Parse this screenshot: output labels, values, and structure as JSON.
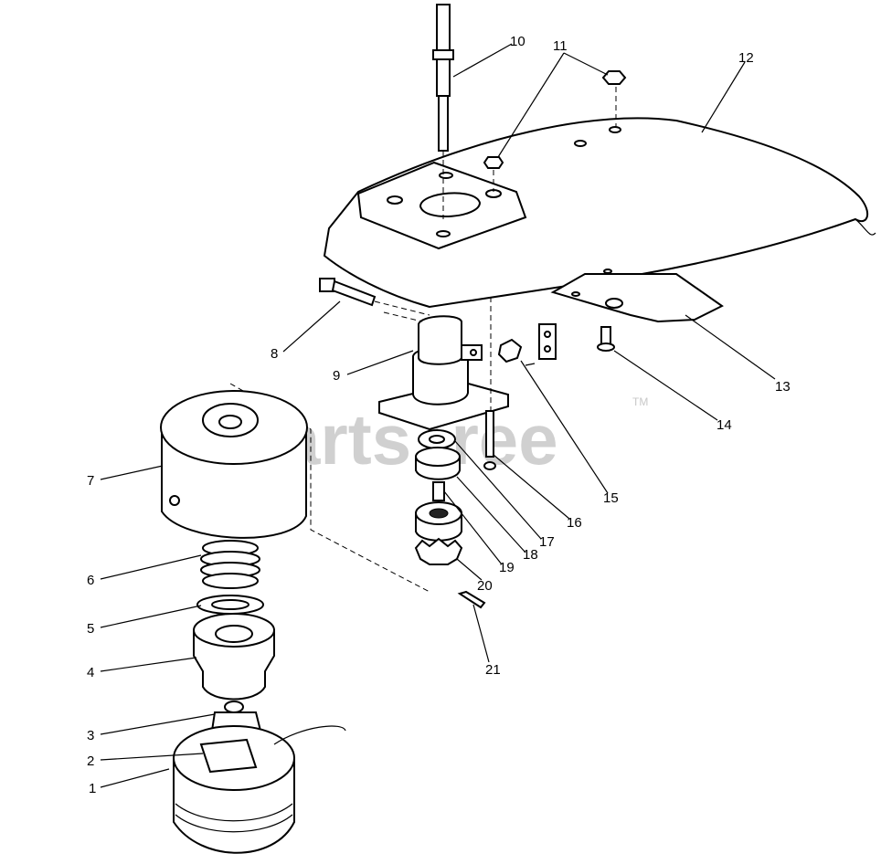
{
  "watermark": {
    "text": "PartsTree",
    "trademark": "TM"
  },
  "callouts": [
    "1",
    "2",
    "3",
    "4",
    "5",
    "6",
    "7",
    "8",
    "9",
    "10",
    "11",
    "12",
    "13",
    "14",
    "15",
    "16",
    "17",
    "18",
    "19",
    "20",
    "21"
  ]
}
